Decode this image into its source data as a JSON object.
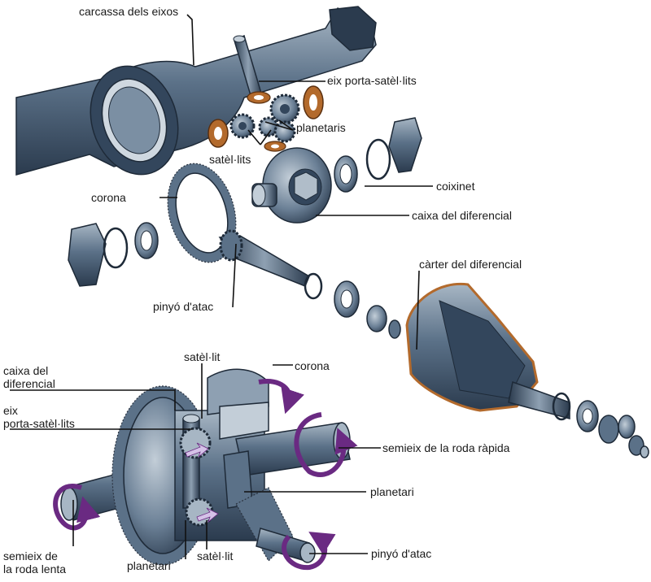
{
  "colors": {
    "steel_dark": "#33465c",
    "steel_mid": "#5b7188",
    "steel_light": "#a7b6c4",
    "copper": "#b36a2c",
    "arrow_purple": "#6a2a82",
    "arrow_light": "#d5c2e8",
    "line": "#111111"
  },
  "labels": {
    "axle_housing": "carcassa dels eixos",
    "spider_shaft": "eix porta-satèl·lits",
    "side_gears": "planetaris",
    "spider_gears": "satèl·lits",
    "bearing": "coixinet",
    "ring_gear": "corona",
    "diff_case": "caixa del diferencial",
    "diff_housing": "càrter del diferencial",
    "pinion": "pinyó d'atac",
    "cut_spider_gear": "satèl·lit",
    "cut_ring_gear": "corona",
    "cut_diff_case_line1": "caixa del",
    "cut_diff_case_line2": "diferencial",
    "cut_spider_shaft_line1": "eix",
    "cut_spider_shaft_line2": "porta-satèl·lits",
    "cut_fast_axle": "semieix de la roda ràpida",
    "cut_side_gear_right": "planetari",
    "cut_slow_axle_line1": "semieix de",
    "cut_slow_axle_line2": "la roda lenta",
    "cut_side_gear_bottom": "planetari",
    "cut_spider_gear_bottom": "satèl·lit",
    "cut_pinion": "pinyó d'atac"
  },
  "icons": [
    "rotation-arrow-icon",
    "motion-arrow-icon"
  ]
}
